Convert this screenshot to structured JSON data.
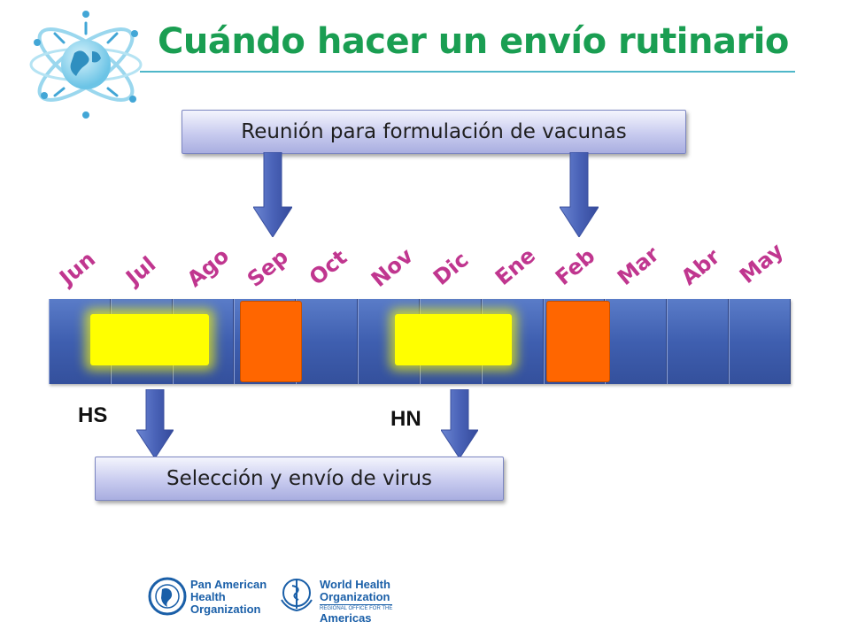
{
  "title": "Cuándo hacer un envío rutinario",
  "top_box": "Reunión para formulación de vacunas",
  "bottom_box": "Selección y envío de virus",
  "months": [
    "Jun",
    "Jul",
    "Ago",
    "Sep",
    "Oct",
    "Nov",
    "Dic",
    "Ene",
    "Feb",
    "Mar",
    "Abr",
    "May"
  ],
  "hemisphere_labels": {
    "south": "HS",
    "north": "HN"
  },
  "colors": {
    "title": "#1a9e52",
    "month_label": "#c0368f",
    "timeline_blue": "#3f5fb0",
    "highlight_yellow": "#ffff00",
    "highlight_orange": "#ff6600",
    "arrow": "#4a63b8"
  },
  "logos": {
    "paho": {
      "line1": "Pan American",
      "line2": "Health",
      "line3": "Organization"
    },
    "who": {
      "line1": "World Health",
      "line2": "Organization",
      "sub": "REGIONAL OFFICE FOR THE",
      "line3": "Americas"
    }
  },
  "icons": [
    "globe-logo-icon",
    "paho-emblem-icon",
    "who-emblem-icon"
  ]
}
